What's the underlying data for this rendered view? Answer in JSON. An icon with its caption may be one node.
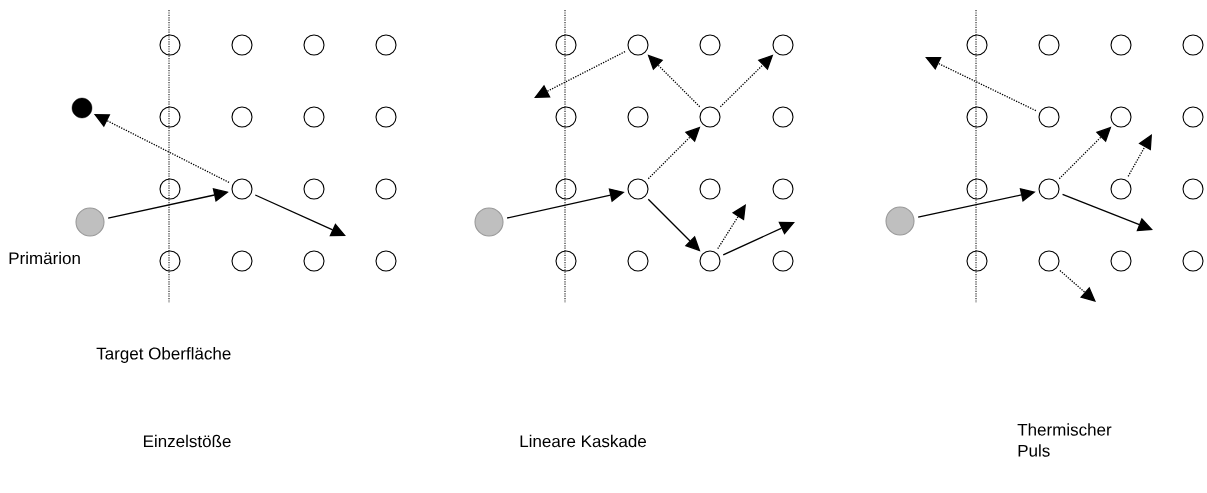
{
  "diagram": {
    "nodes": [
      {
        "text": [],
        "shape": "circle"
      },
      {
        "text": [],
        "shape": "circle"
      },
      {
        "text": [],
        "shape": "circle"
      },
      {
        "text": [],
        "shape": "circle"
      },
      {
        "text": [],
        "shape": "circle"
      },
      {
        "text": [],
        "shape": "circle"
      },
      {
        "text": [],
        "shape": "circle"
      },
      {
        "text": [],
        "shape": "circle"
      },
      {
        "text": [],
        "shape": "circle"
      },
      {
        "text": [],
        "shape": "circle"
      },
      {
        "text": [],
        "shape": "circle"
      },
      {
        "text": [],
        "shape": "circle"
      },
      {
        "text": [],
        "shape": "circle"
      },
      {
        "text": [],
        "shape": "circle"
      },
      {
        "text": [],
        "shape": "circle"
      },
      {
        "text": [],
        "shape": "circle"
      },
      {
        "text": [],
        "shape": "circle",
        "beside": [
          "Primärion"
        ]
      },
      {
        "text": [],
        "shape": "circle"
      },
      {
        "text": [],
        "shape": "circle"
      },
      {
        "text": [],
        "shape": "circle"
      },
      {
        "text": [],
        "shape": "circle"
      },
      {
        "text": [],
        "shape": "circle"
      },
      {
        "text": [],
        "shape": "circle"
      },
      {
        "text": [],
        "shape": "circle"
      },
      {
        "text": [],
        "shape": "circle"
      },
      {
        "text": [],
        "shape": "circle"
      },
      {
        "text": [],
        "shape": "circle"
      },
      {
        "text": [],
        "shape": "circle"
      },
      {
        "text": [],
        "shape": "circle"
      },
      {
        "text": [],
        "shape": "circle"
      },
      {
        "text": [],
        "shape": "circle"
      },
      {
        "text": [],
        "shape": "circle"
      },
      {
        "text": [],
        "shape": "circle"
      },
      {
        "text": [],
        "shape": "circle"
      },
      {
        "text": [],
        "shape": "circle"
      },
      {
        "text": [],
        "shape": "circle"
      },
      {
        "text": [],
        "shape": "circle"
      },
      {
        "text": [],
        "shape": "circle"
      },
      {
        "text": [],
        "shape": "circle"
      },
      {
        "text": [],
        "shape": "circle"
      },
      {
        "text": [],
        "shape": "circle"
      },
      {
        "text": [],
        "shape": "circle"
      },
      {
        "text": [],
        "shape": "circle"
      },
      {
        "text": [],
        "shape": "circle"
      },
      {
        "text": [],
        "shape": "circle"
      },
      {
        "text": [],
        "shape": "circle"
      },
      {
        "text": [],
        "shape": "circle"
      },
      {
        "text": [],
        "shape": "circle"
      },
      {
        "text": [],
        "shape": "circle"
      },
      {
        "text": [],
        "shape": "circle"
      },
      {
        "text": [],
        "shape": "circle"
      },
      {
        "text": [],
        "shape": "circle"
      }
    ],
    "edges": [
      {
        "from": 16,
        "to": 9,
        "arrow": "to"
      },
      {
        "from": 9,
        "to": 17,
        "arrow": "to",
        "style": "dashed"
      },
      {
        "from": 9,
        "to": null,
        "arrow": "to"
      },
      {
        "from": 34,
        "to": 27,
        "arrow": "to"
      },
      {
        "from": 27,
        "to": 24,
        "arrow": "to",
        "style": "dashed"
      },
      {
        "from": 27,
        "to": 32,
        "arrow": "to"
      },
      {
        "from": 24,
        "to": 19,
        "arrow": "to",
        "style": "dashed"
      },
      {
        "from": 24,
        "to": 21,
        "arrow": "to",
        "style": "dashed"
      },
      {
        "from": 19,
        "to": null,
        "arrow": "to",
        "style": "dashed"
      },
      {
        "from": 32,
        "to": null,
        "arrow": "to",
        "style": "dashed"
      },
      {
        "from": 32,
        "to": null,
        "arrow": "to"
      },
      {
        "from": 51,
        "to": 44,
        "arrow": "to"
      },
      {
        "from": 44,
        "to": 41,
        "arrow": "to",
        "style": "dashed"
      },
      {
        "from": 44,
        "to": null,
        "arrow": "to"
      },
      {
        "from": 40,
        "to": null,
        "arrow": "to",
        "style": "dashed"
      },
      {
        "from": 45,
        "to": null,
        "arrow": "to",
        "style": "dashed"
      },
      {
        "from": 48,
        "to": null,
        "arrow": "to",
        "style": "dashed"
      }
    ],
    "labels": [
      "Target Oberfläche",
      "Einzelstöße",
      "Lineare Kaskade",
      "Thermischer Puls"
    ]
  }
}
